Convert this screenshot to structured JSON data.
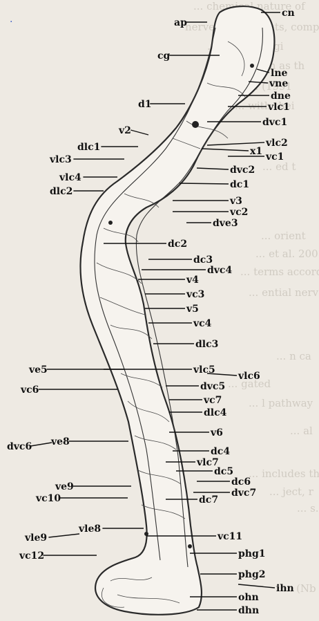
{
  "labels_right": [
    {
      "id": "cn",
      "text": "cn"
    },
    {
      "id": "lne",
      "text": "lne"
    },
    {
      "id": "vne",
      "text": "vne"
    },
    {
      "id": "dne",
      "text": "dne"
    },
    {
      "id": "vlc1",
      "text": "vlc1"
    },
    {
      "id": "dvc1",
      "text": "dvc1"
    },
    {
      "id": "vlc2",
      "text": "vlc2"
    },
    {
      "id": "x1",
      "text": "x1"
    },
    {
      "id": "vc1",
      "text": "vc1"
    },
    {
      "id": "dvc2",
      "text": "dvc2"
    },
    {
      "id": "dc1",
      "text": "dc1"
    },
    {
      "id": "v3",
      "text": "v3"
    },
    {
      "id": "vc2",
      "text": "vc2"
    },
    {
      "id": "dve3",
      "text": "dve3"
    },
    {
      "id": "dc2",
      "text": "dc2"
    },
    {
      "id": "dc3",
      "text": "dc3"
    },
    {
      "id": "dvc4",
      "text": "dvc4"
    },
    {
      "id": "v4",
      "text": "v4"
    },
    {
      "id": "vc3",
      "text": "vc3"
    },
    {
      "id": "v5",
      "text": "v5"
    },
    {
      "id": "vc4",
      "text": "vc4"
    },
    {
      "id": "dlc3",
      "text": "dlc3"
    },
    {
      "id": "vlc5",
      "text": "vlc5"
    },
    {
      "id": "vlc6",
      "text": "vlc6"
    },
    {
      "id": "dvc5",
      "text": "dvc5"
    },
    {
      "id": "vc7",
      "text": "vc7"
    },
    {
      "id": "dlc4",
      "text": "dlc4"
    },
    {
      "id": "v6",
      "text": "v6"
    },
    {
      "id": "dc4",
      "text": "dc4"
    },
    {
      "id": "vlc7",
      "text": "vlc7"
    },
    {
      "id": "dc5",
      "text": "dc5"
    },
    {
      "id": "dc6",
      "text": "dc6"
    },
    {
      "id": "dvc7",
      "text": "dvc7"
    },
    {
      "id": "dc7",
      "text": "dc7"
    },
    {
      "id": "vc11",
      "text": "vc11"
    },
    {
      "id": "phg1",
      "text": "phg1"
    },
    {
      "id": "phg2",
      "text": "phg2"
    },
    {
      "id": "ihn",
      "text": "ihn"
    },
    {
      "id": "ohn",
      "text": "ohn"
    },
    {
      "id": "dhn",
      "text": "dhn"
    }
  ],
  "labels_left": [
    {
      "id": "ap",
      "text": "ap"
    },
    {
      "id": "cg",
      "text": "cg"
    },
    {
      "id": "d1",
      "text": "d1"
    },
    {
      "id": "v2",
      "text": "v2"
    },
    {
      "id": "dlc1",
      "text": "dlc1"
    },
    {
      "id": "vlc3",
      "text": "vlc3"
    },
    {
      "id": "vlc4",
      "text": "vlc4"
    },
    {
      "id": "dlc2",
      "text": "dlc2"
    },
    {
      "id": "ve5",
      "text": "ve5"
    },
    {
      "id": "vc6",
      "text": "vc6"
    },
    {
      "id": "ve8",
      "text": "ve8"
    },
    {
      "id": "dvc6",
      "text": "dvc6"
    },
    {
      "id": "ve9",
      "text": "ve9"
    },
    {
      "id": "vc10",
      "text": "vc10"
    },
    {
      "id": "vle8",
      "text": "vle8"
    },
    {
      "id": "vle9",
      "text": "vle9"
    },
    {
      "id": "vc12",
      "text": "vc12"
    }
  ],
  "background_text_lines": [
    "... chemical nature of",
    "nerves ... elements, compris",
    "... system of gi",
    "... known as th",
    "... (1991",
    "... with thei",
    "... ed t",
    "... orient",
    "... et al. 200",
    "... terms accord",
    "... ential nerv",
    "... n ca",
    "... gated",
    "... l pathway",
    "... al",
    "... includes th",
    "... ject, r",
    "... s.",
    "... (Nb"
  ],
  "marker_symbol": "·"
}
